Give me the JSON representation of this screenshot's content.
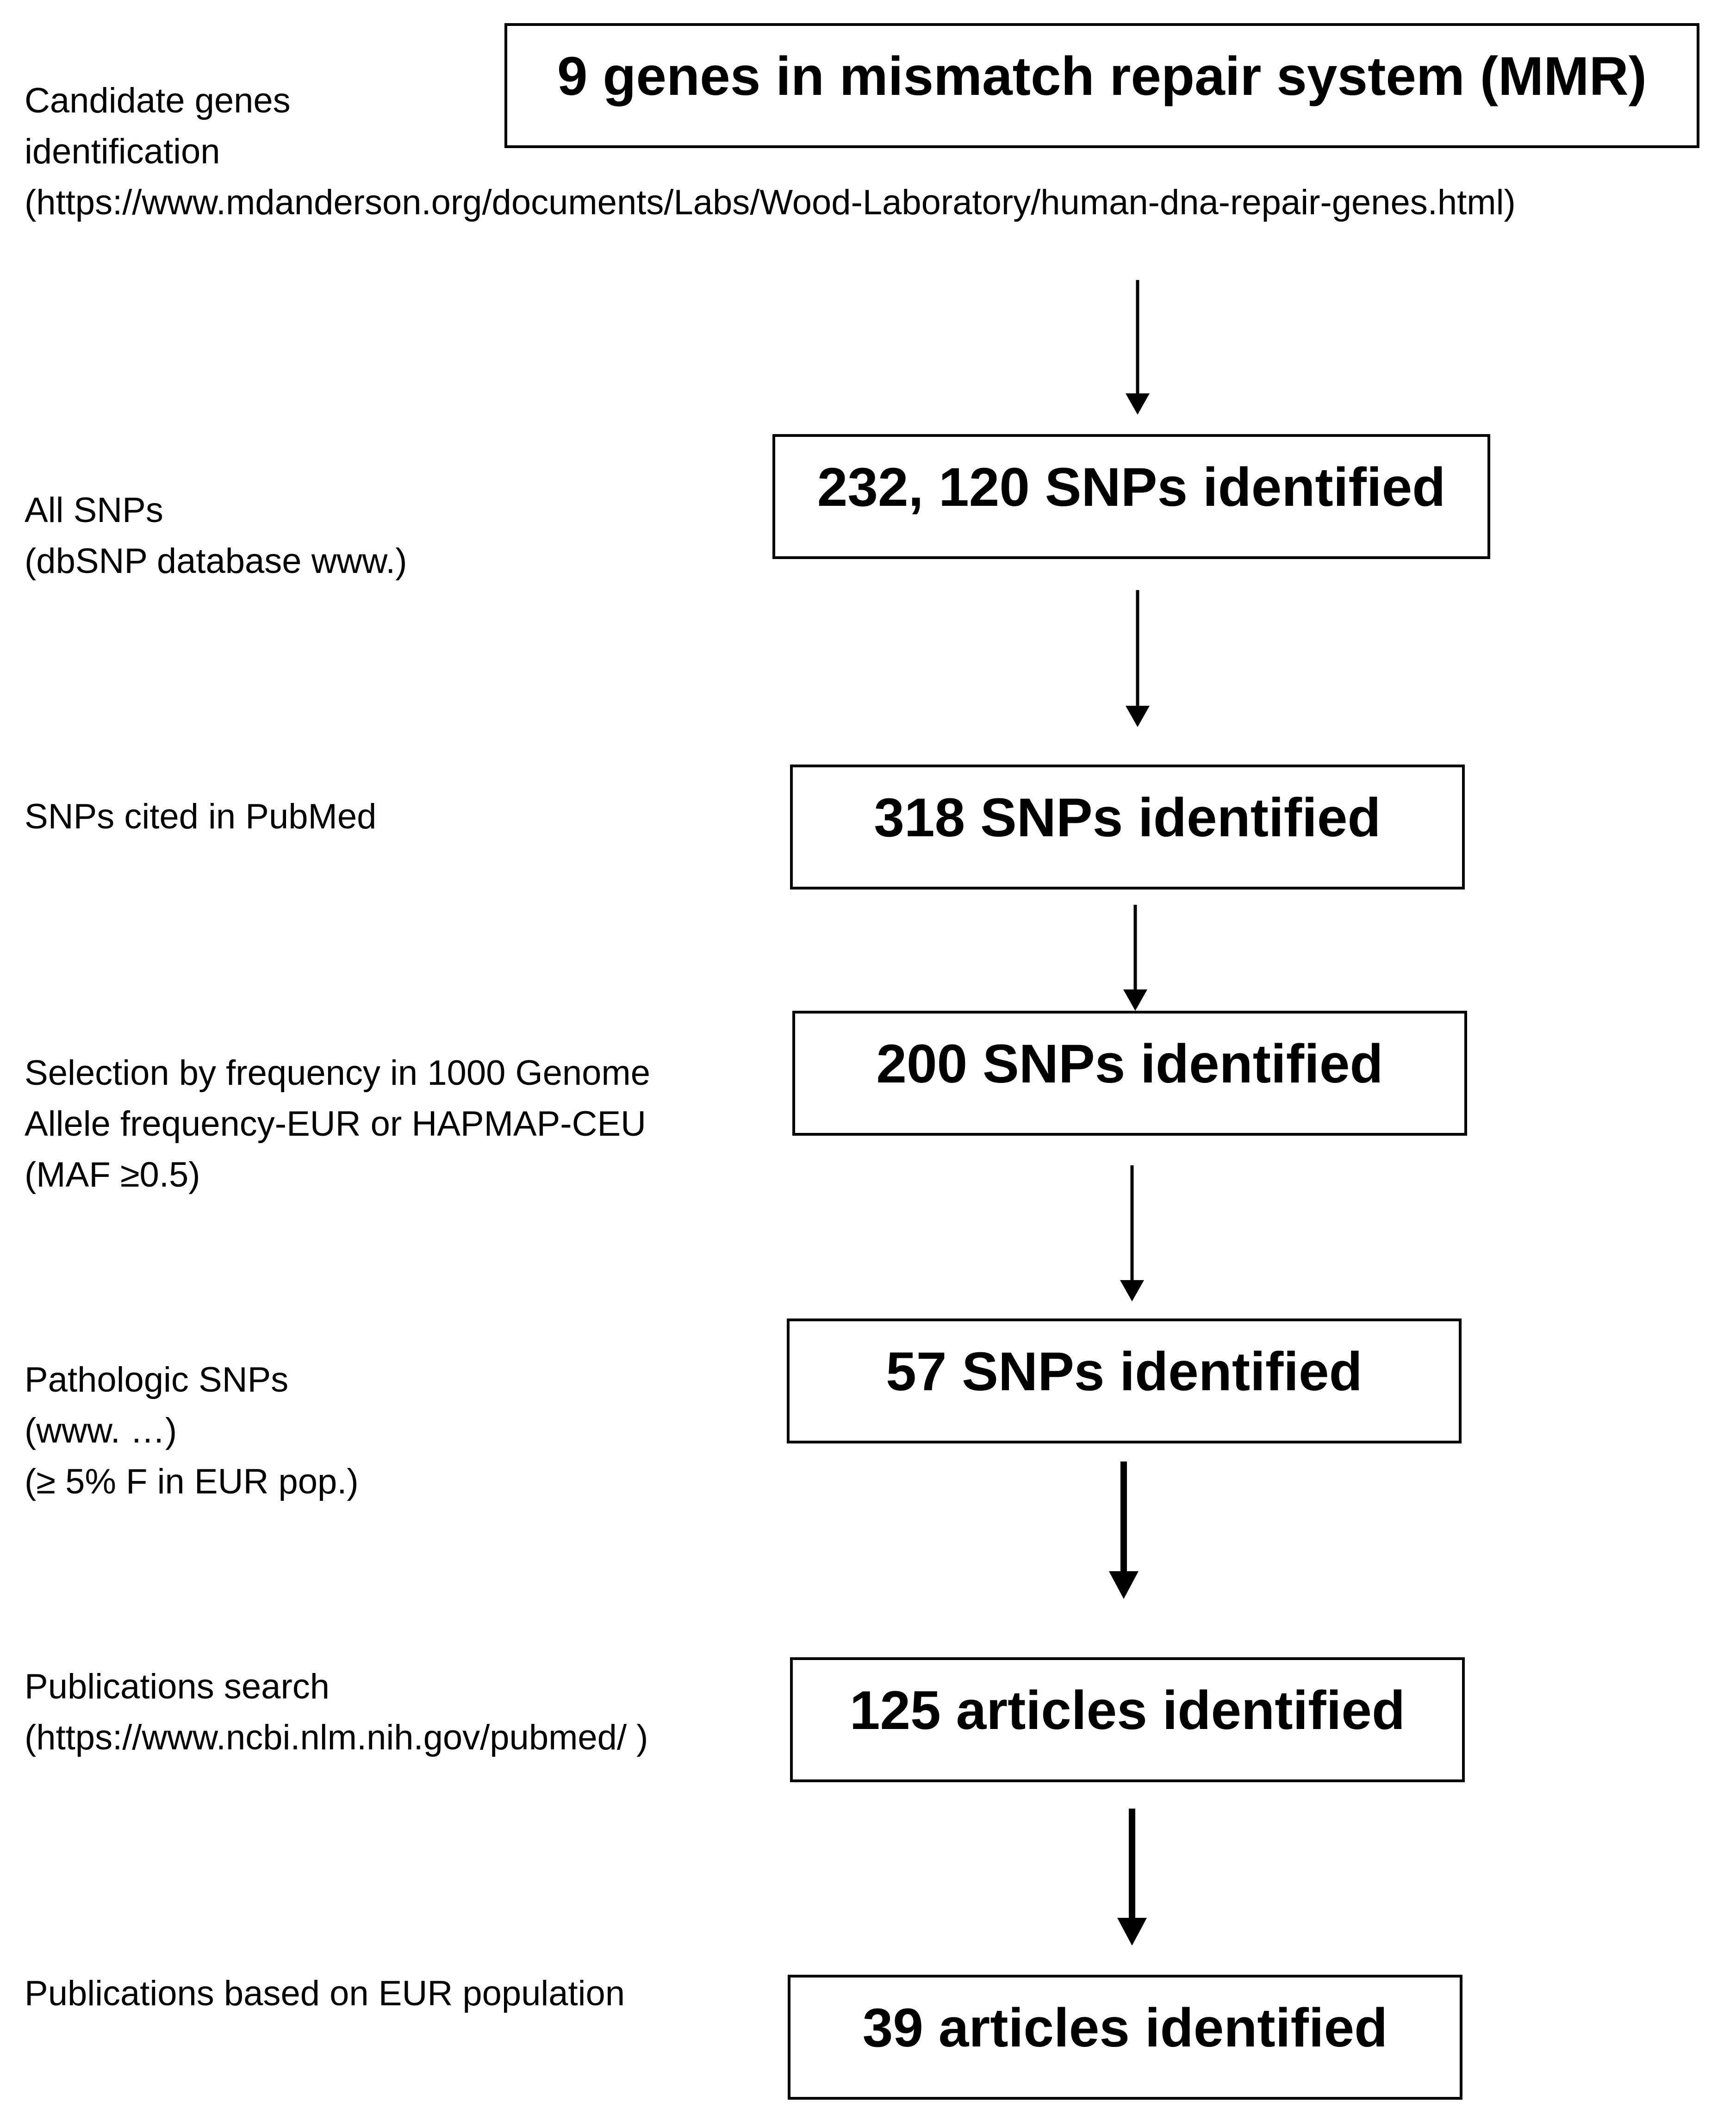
{
  "steps": [
    {
      "label_lines": [
        "Candidate genes",
        "identification",
        "(https://www.mdanderson.org/documents/Labs/Wood-Laboratory/human-dna-repair-genes.html)"
      ],
      "box_text": "9 genes in mismatch repair system (MMR)"
    },
    {
      "label_lines": [
        "All SNPs",
        "(dbSNP database www.)"
      ],
      "box_text": "232, 120 SNPs identified"
    },
    {
      "label_lines": [
        "SNPs cited in PubMed"
      ],
      "box_text": "318 SNPs identified"
    },
    {
      "label_lines": [
        "Selection by frequency in 1000 Genome",
        "Allele frequency-EUR or HAPMAP-CEU",
        "(MAF ≥0.5)"
      ],
      "box_text": "200 SNPs identified"
    },
    {
      "label_lines": [
        "Pathologic SNPs",
        "(www. …)",
        "(≥ 5% F in EUR pop.)"
      ],
      "box_text": "57 SNPs identified"
    },
    {
      "label_lines": [
        "Publications search",
        "(https://www.ncbi.nlm.nih.gov/pubmed/ )"
      ],
      "box_text": "125 articles identified"
    },
    {
      "label_lines": [
        "Publications based on EUR population"
      ],
      "box_text": "39 articles identified"
    }
  ]
}
